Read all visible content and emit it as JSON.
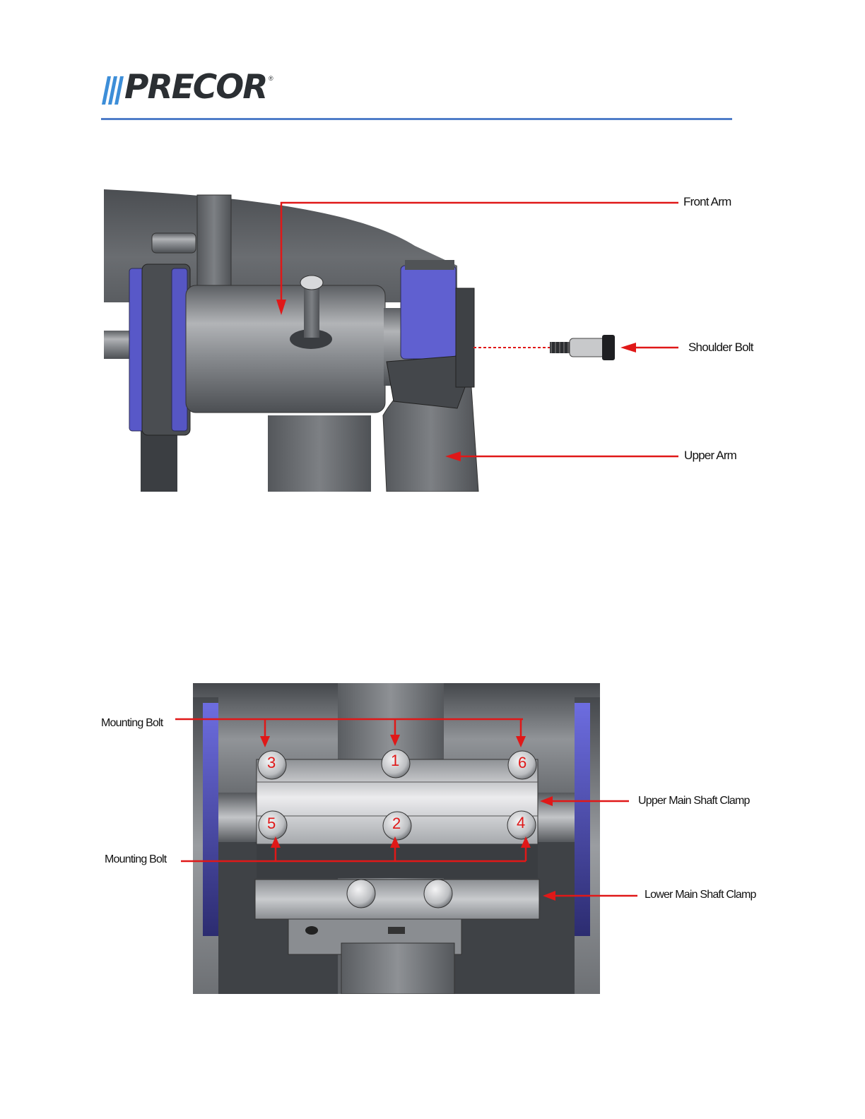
{
  "header": {
    "brand": "PRECOR",
    "brand_mark": "®",
    "accent_color": "#4f7dc9"
  },
  "figure1": {
    "labels": {
      "front_arm": "Front Arm",
      "shoulder_bolt": "Shoulder Bolt",
      "upper_arm": "Upper Arm"
    }
  },
  "figure2": {
    "labels": {
      "mounting_bolt_top": "Mounting Bolt",
      "mounting_bolt_bottom": "Mounting Bolt",
      "upper_clamp": "Upper Main Shaft Clamp",
      "lower_clamp": "Lower Main Shaft Clamp"
    },
    "bolt_numbers": [
      "3",
      "1",
      "6",
      "5",
      "2",
      "4"
    ]
  },
  "colors": {
    "callout_red": "#e01818",
    "part_gray": "#6e7176",
    "bushing_blue": "#6060d0"
  }
}
